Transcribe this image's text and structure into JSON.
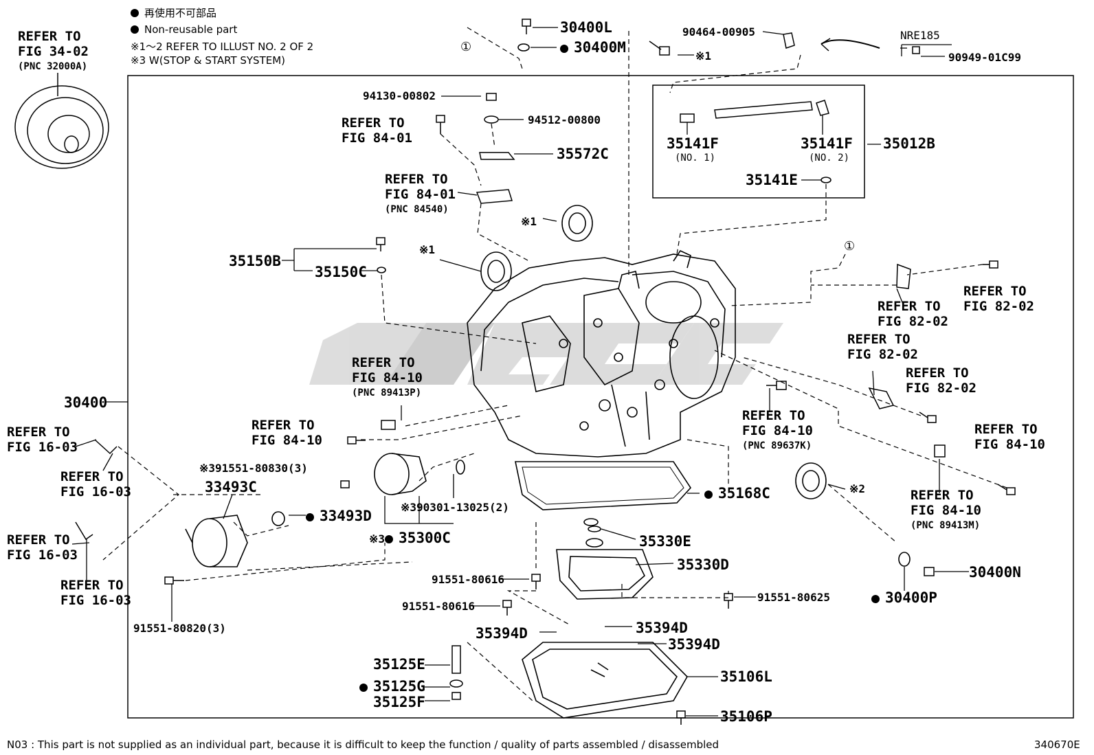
{
  "legend": {
    "jp": "再使用不可部品",
    "en": "Non-reusable part",
    "note1": "※1～2 REFER TO ILLUST NO. 2 OF 2",
    "note2": "※3 W(STOP & START SYSTEM)"
  },
  "refs": {
    "fig3402": [
      "REFER TO",
      "FIG 34-02",
      "(PNC 32000A)"
    ],
    "fig8401a": [
      "REFER TO",
      "FIG 84-01"
    ],
    "fig8401b": [
      "REFER TO",
      "FIG 84-01",
      "(PNC 84540)"
    ],
    "fig8410a": [
      "REFER TO",
      "FIG 84-10",
      "(PNC 89413P)"
    ],
    "fig8410b": [
      "REFER TO",
      "FIG 84-10"
    ],
    "fig8410c": [
      "REFER TO",
      "FIG 84-10",
      "(PNC 89637K)"
    ],
    "fig8410d": [
      "REFER TO",
      "FIG 84-10",
      "(PNC 89413M)"
    ],
    "fig8410e": [
      "REFER TO",
      "FIG 84-10"
    ],
    "fig8202a": [
      "REFER TO",
      "FIG 82-02"
    ],
    "fig8202b": [
      "REFER TO",
      "FIG 82-02"
    ],
    "fig8202c": [
      "REFER TO",
      "FIG 82-02"
    ],
    "fig8202d": [
      "REFER TO",
      "FIG 82-02"
    ],
    "fig1603a": [
      "REFER TO",
      "FIG 16-03"
    ],
    "fig1603b": [
      "REFER TO",
      "FIG 16-03"
    ],
    "fig1603c": [
      "REFER TO",
      "FIG 16-03"
    ],
    "fig1603d": [
      "REFER TO",
      "FIG 16-03"
    ]
  },
  "parts": {
    "p30400L": "30400L",
    "p30400M": "30400M",
    "p90464": "90464-00905",
    "x1a": "※1",
    "nre185": "NRE185",
    "p90949": "90949-01C99",
    "p94130": "94130-00802",
    "p94512": "94512-00800",
    "p35572C": "35572C",
    "p35141F1": "35141F",
    "no1": "(NO. 1)",
    "p35141F2": "35141F",
    "no2": "(NO. 2)",
    "p35012B": "35012B",
    "p35141E": "35141E",
    "x1b": "※1",
    "x1c": "※1",
    "p35150B": "35150B",
    "p35150C": "35150C",
    "circ1a": "①",
    "circ1b": "①",
    "p30400": "30400",
    "p391551": "※391551-80830(3)",
    "p33493C": "33493C",
    "p33493D": "33493D",
    "p90301": "※390301-13025(2)",
    "p35300C_pre": "※3",
    "p35300C": "35300C",
    "p35168C": "35168C",
    "x2": "※2",
    "p35330E": "35330E",
    "p35330D": "35330D",
    "p91551_616a": "91551-80616",
    "p91551_616b": "91551-80616",
    "p91551_625": "91551-80625",
    "p91551_820": "91551-80820(3)",
    "p35394Da": "35394D",
    "p35394Db": "35394D",
    "p35394Dc": "35394D",
    "p30400N": "30400N",
    "p30400P": "30400P",
    "p35125E": "35125E",
    "p35125G": "35125G",
    "p35125F": "35125F",
    "p35106L": "35106L",
    "p35106P": "35106P"
  },
  "footer": {
    "note": "N03 : This part is not supplied as an individual part, because it is difficult to keep the function / quality of parts  assembled / disassembled",
    "code": "340670E"
  }
}
